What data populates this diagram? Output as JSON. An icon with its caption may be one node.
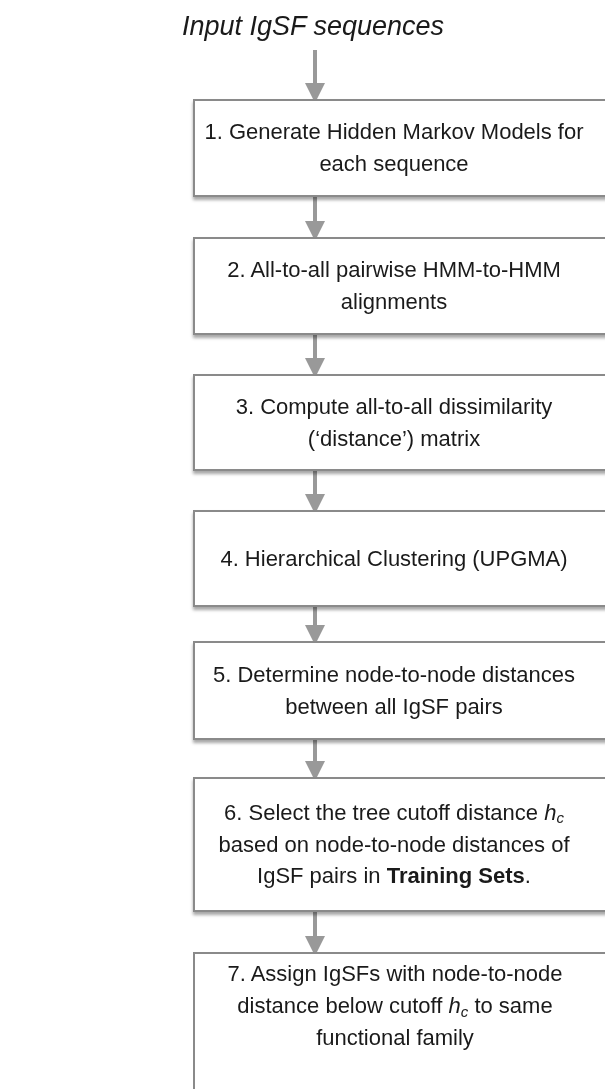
{
  "diagram": {
    "nodes": [
      {
        "text": [
          "Input IgSF sequences"
        ]
      },
      {
        "text": [
          "1. Generate Hidden Markov Models for each sequence"
        ]
      },
      {
        "text": [
          "2. All-to-all pairwise HMM-to-HMM alignments"
        ]
      },
      {
        "text": [
          "3. Compute all-to-all dissimilarity (‘distance’) matrix"
        ]
      },
      {
        "text": [
          "4. Hierarchical Clustering (UPGMA)"
        ]
      },
      {
        "text": [
          "5. Determine node-to-node distances between all IgSF pairs"
        ]
      },
      {
        "text": [
          "6. Select the tree cutoff distance *h*$_{c}$ based on node-to-node distances of IgSF pairs in **Training Sets**."
        ]
      },
      {
        "text": [
          "7. Assign IgSFs with node-to-node distance below cutoff *h*$_{c}$ to same functional family"
        ]
      }
    ],
    "edges": [
      {
        "from": 0,
        "to": 1,
        "arrow": "to"
      },
      {
        "from": 1,
        "to": 2,
        "arrow": "to"
      },
      {
        "from": 2,
        "to": 3,
        "arrow": "to"
      },
      {
        "from": 3,
        "to": 4,
        "arrow": "to"
      },
      {
        "from": 4,
        "to": 5,
        "arrow": "to"
      },
      {
        "from": 5,
        "to": 6,
        "arrow": "to"
      },
      {
        "from": 6,
        "to": 7,
        "arrow": "to"
      }
    ]
  }
}
